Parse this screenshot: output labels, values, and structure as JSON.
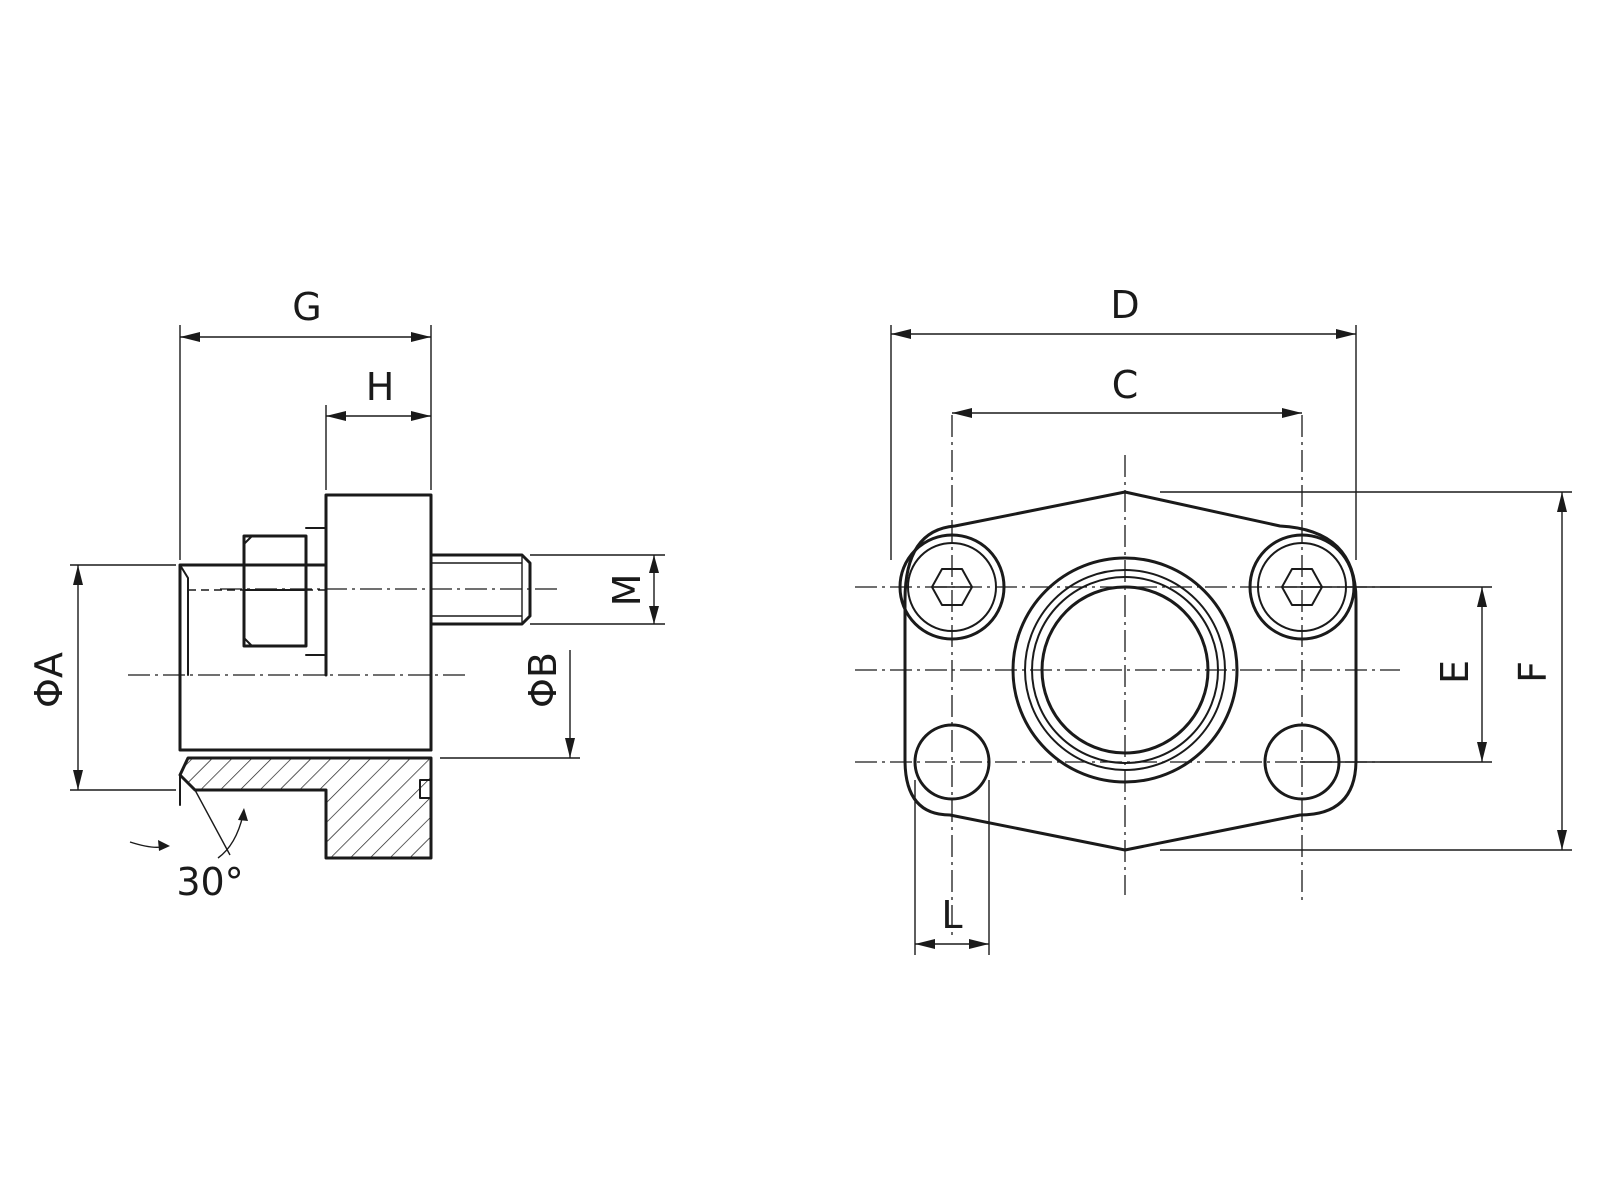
{
  "labels": {
    "G": "G",
    "H": "H",
    "M": "M",
    "A": "ΦA",
    "B": "ΦB",
    "angle": "30°",
    "D": "D",
    "C": "C",
    "E": "E",
    "F": "F",
    "L": "L"
  }
}
